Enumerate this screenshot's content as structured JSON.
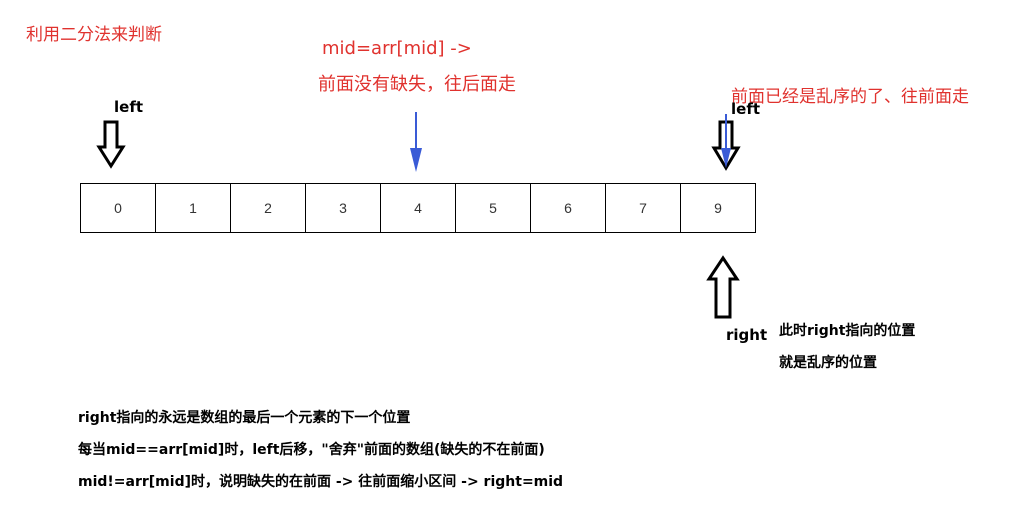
{
  "title": "利用二分法来判断",
  "mid_annotation": {
    "line1": "mid=arr[mid] ->",
    "line2": "前面没有缺失，往后面走"
  },
  "right_annotation": "前面已经是乱序的了、往前面走",
  "labels": {
    "left_1": "left",
    "left_2": "left",
    "right": "right"
  },
  "right_note": {
    "line1": "此时right指向的位置",
    "line2": "就是乱序的位置"
  },
  "array_cells": [
    "0",
    "1",
    "2",
    "3",
    "4",
    "5",
    "6",
    "7",
    "9"
  ],
  "bottom_notes": {
    "line1": "right指向的永远是数组的最后一个元素的下一个位置",
    "line2": "每当mid==arr[mid]时，left后移，\"舍弃\"前面的数组(缺失的不在前面)",
    "line3": "mid!=arr[mid]时，说明缺失的在前面 -> 往前面缩小区间 -> right=mid"
  },
  "colors": {
    "annotation_red": "#e0322e",
    "mid_arrow_blue": "#3a5bd6",
    "text_black": "#000000"
  }
}
